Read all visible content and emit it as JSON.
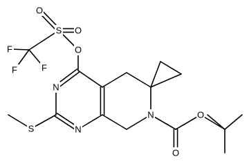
{
  "molecule": {
    "colors": {
      "bond": "#000000",
      "label": "#000000",
      "background": "#ffffff"
    },
    "atoms": [
      {
        "id": "F1",
        "label": "F"
      },
      {
        "id": "F2",
        "label": "F"
      },
      {
        "id": "F3",
        "label": "F"
      },
      {
        "id": "S1",
        "label": "S"
      },
      {
        "id": "O1",
        "label": "O"
      },
      {
        "id": "O2",
        "label": "O"
      },
      {
        "id": "O3",
        "label": "O"
      },
      {
        "id": "N1",
        "label": "N"
      },
      {
        "id": "N2",
        "label": "N"
      },
      {
        "id": "S2",
        "label": "S"
      },
      {
        "id": "N3",
        "label": "N"
      },
      {
        "id": "O4",
        "label": "O"
      },
      {
        "id": "O5",
        "label": "O"
      }
    ]
  }
}
